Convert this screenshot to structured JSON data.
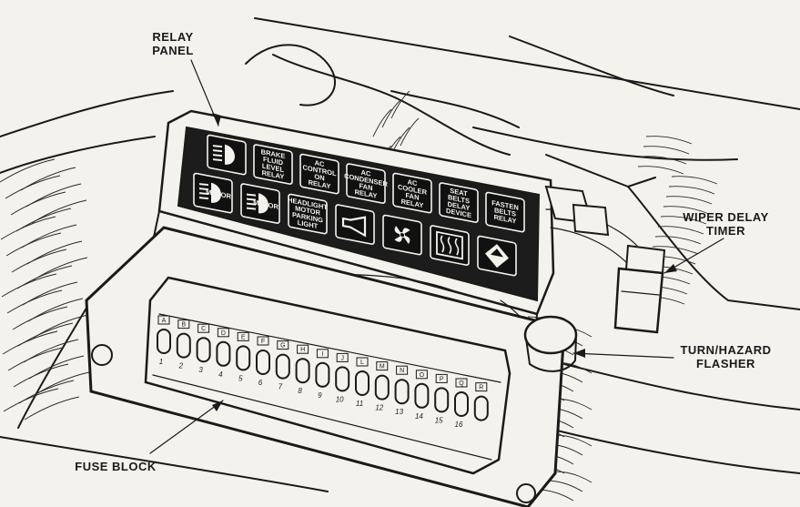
{
  "labels": {
    "relay_panel": [
      "RELAY",
      "PANEL"
    ],
    "wiper_delay": [
      "WIPER DELAY",
      "TIMER"
    ],
    "turn_hazard": [
      "TURN/HAZARD",
      "FLASHER"
    ],
    "fuse_block": "FUSE BLOCK"
  },
  "relays": [
    {
      "id": "headlamp-top",
      "icon": "headlamp-icon",
      "lines": []
    },
    {
      "id": "brake-fluid",
      "icon": "",
      "lines": [
        "BRAKE",
        "FLUID",
        "LEVEL",
        "RELAY"
      ]
    },
    {
      "id": "ac-control",
      "icon": "",
      "lines": [
        "AC",
        "CONTROL",
        "ON",
        "RELAY"
      ]
    },
    {
      "id": "ac-condenser",
      "icon": "",
      "lines": [
        "AC",
        "CONDENSER",
        "FAN",
        "RELAY"
      ]
    },
    {
      "id": "ac-cooler",
      "icon": "",
      "lines": [
        "AC",
        "COOLER",
        "FAN",
        "RELAY"
      ]
    },
    {
      "id": "seat-belts",
      "icon": "",
      "lines": [
        "SEAT",
        "BELTS",
        "DELAY",
        "DEVICE"
      ]
    },
    {
      "id": "fasten-belts",
      "icon": "",
      "lines": [
        "FASTEN",
        "BELTS",
        "RELAY"
      ]
    },
    {
      "id": "motor-l",
      "icon": "headlamp-icon",
      "lines": [
        "MOTOR"
      ]
    },
    {
      "id": "motor-r",
      "icon": "headlamp-icon",
      "lines": [
        "MOTOR"
      ]
    },
    {
      "id": "headlight",
      "icon": "",
      "lines": [
        "HEADLIGHT",
        "MOTOR",
        "PARKING",
        "LIGHT"
      ]
    },
    {
      "id": "horn",
      "icon": "horn-icon",
      "lines": []
    },
    {
      "id": "fan",
      "icon": "fan-icon",
      "lines": []
    },
    {
      "id": "defrost",
      "icon": "defrost-icon",
      "lines": []
    },
    {
      "id": "hazard",
      "icon": "hazard-icon",
      "lines": []
    }
  ],
  "fuses": [
    {
      "letter": "A",
      "num": "1"
    },
    {
      "letter": "B",
      "num": "2"
    },
    {
      "letter": "C",
      "num": "3"
    },
    {
      "letter": "D",
      "num": "4"
    },
    {
      "letter": "E",
      "num": "5"
    },
    {
      "letter": "F",
      "num": "6"
    },
    {
      "letter": "G",
      "num": "7"
    },
    {
      "letter": "H",
      "num": "8"
    },
    {
      "letter": "I",
      "num": "9"
    },
    {
      "letter": "J",
      "num": "10"
    },
    {
      "letter": "L",
      "num": "11"
    },
    {
      "letter": "M",
      "num": "12"
    },
    {
      "letter": "N",
      "num": "13"
    },
    {
      "letter": "O",
      "num": "14"
    },
    {
      "letter": "P",
      "num": "15"
    },
    {
      "letter": "Q",
      "num": "16"
    },
    {
      "letter": "R",
      "num": ""
    }
  ]
}
